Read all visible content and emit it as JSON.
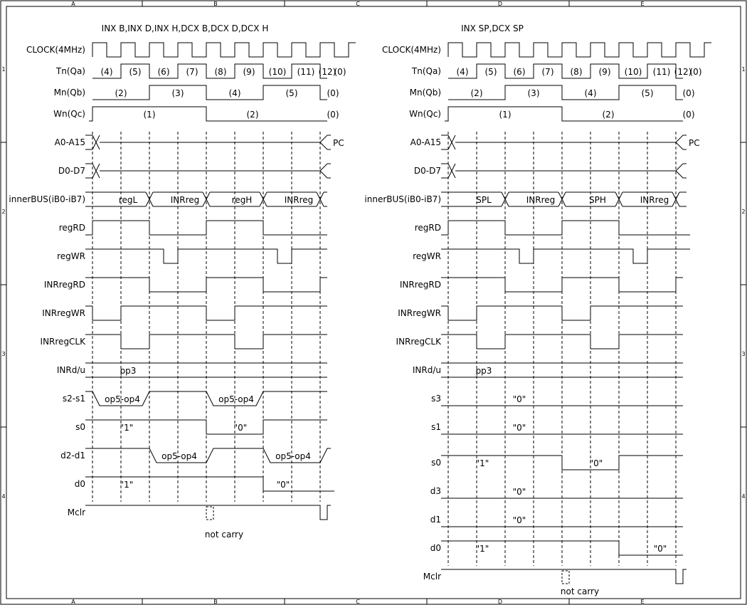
{
  "border_columns": [
    "A",
    "B",
    "C",
    "D",
    "E"
  ],
  "border_rows": [
    "1",
    "2",
    "3",
    "4"
  ],
  "left": {
    "title": "INX B,INX D,INX H,DCX B,DCX D,DCX H",
    "labels": {
      "clock": "CLOCK(4MHz)",
      "tn": "Tn(Qa)",
      "mn": "Mn(Qb)",
      "wn": "Wn(Qc)",
      "addr": "A0-A15",
      "data": "D0-D7",
      "bus": "innerBUS(iB0-iB7)",
      "regrd": "regRD",
      "regwr": "regWR",
      "inrrd": "INRregRD",
      "inrwr": "INRregWR",
      "inrclk": "INRregCLK",
      "inrdu": "INRd/u",
      "s21": "s2-s1",
      "s0": "s0",
      "d21": "d2-d1",
      "d0": "d0",
      "mclr": "Mclr"
    },
    "tn_values": [
      "(4)",
      "(5)",
      "(6)",
      "(7)",
      "(8)",
      "(9)",
      "(10)",
      "(11)",
      "(12)",
      "(0)"
    ],
    "mn_values": [
      "(2)",
      "(3)",
      "(4)",
      "(5)",
      "(0)"
    ],
    "wn_values": [
      "(1)",
      "(2)",
      "(0)"
    ],
    "addr_end": "PC",
    "bus_values": [
      "regL",
      "INRreg",
      "regH",
      "INRreg"
    ],
    "inrdu_value": "pp3",
    "s21_values": [
      "op5-op4",
      "op5-op4"
    ],
    "s0_values": [
      "\"1\"",
      "\"0\""
    ],
    "d21_values": [
      "op5-op4",
      "op5-op4"
    ],
    "d0_values": [
      "\"1\"",
      "\"0\""
    ],
    "mclr_note": "not carry"
  },
  "right": {
    "title": "INX SP,DCX SP",
    "labels": {
      "clock": "CLOCK(4MHz)",
      "tn": "Tn(Qa)",
      "mn": "Mn(Qb)",
      "wn": "Wn(Qc)",
      "addr": "A0-A15",
      "data": "D0-D7",
      "bus": "innerBUS(iB0-iB7)",
      "regrd": "regRD",
      "regwr": "regWR",
      "inrrd": "INRregRD",
      "inrwr": "INRregWR",
      "inrclk": "INRregCLK",
      "inrdu": "INRd/u",
      "s3": "s3",
      "s1": "s1",
      "s0": "s0",
      "d3": "d3",
      "d1": "d1",
      "d0": "d0",
      "mclr": "Mclr"
    },
    "tn_values": [
      "(4)",
      "(5)",
      "(6)",
      "(7)",
      "(8)",
      "(9)",
      "(10)",
      "(11)",
      "(12)",
      "(0)"
    ],
    "mn_values": [
      "(2)",
      "(3)",
      "(4)",
      "(5)",
      "(0)"
    ],
    "wn_values": [
      "(1)",
      "(2)",
      "(0)"
    ],
    "addr_end": "PC",
    "bus_values": [
      "SPL",
      "INRreg",
      "SPH",
      "INRreg"
    ],
    "inrdu_value": "pp3",
    "s3_value": "\"0\"",
    "s1_value": "\"0\"",
    "s0_values": [
      "\"1\"",
      "\"0\""
    ],
    "d3_value": "\"0\"",
    "d1_value": "\"0\"",
    "d0_values": [
      "\"1\"",
      "\"0\""
    ],
    "mclr_note": "not carry"
  }
}
